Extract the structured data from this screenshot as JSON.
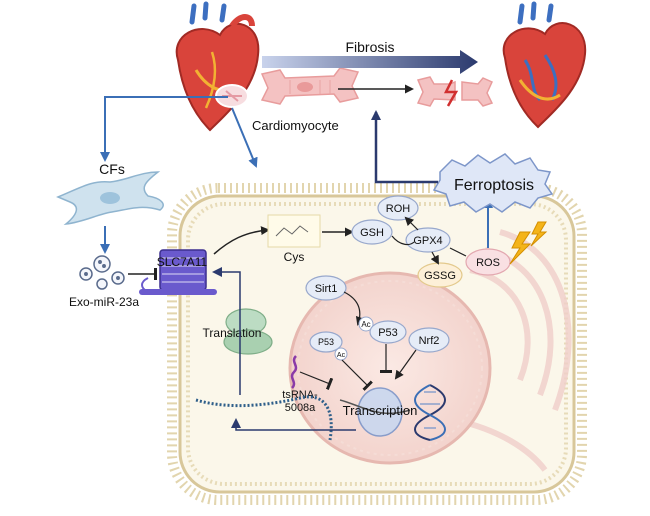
{
  "labels": {
    "fibrosis": "Fibrosis",
    "cardiomyocyte": "Cardiomyocyte",
    "cfs": "CFs",
    "ferroptosis": "Ferroptosis",
    "exo_mir": "Exo-miR-23a",
    "slc7a11": "SLC7A11",
    "cys": "Cys",
    "gsh": "GSH",
    "roh": "ROH",
    "gpx4": "GPX4",
    "gssg": "GSSG",
    "ros": "ROS",
    "sirt1": "Sirt1",
    "translation": "Translation",
    "p53_left": "P53",
    "ac_left": "Ac",
    "ac_right": "Ac",
    "p53_right": "P53",
    "nrf2": "Nrf2",
    "tsrna_line1": "tsRNA-",
    "tsrna_line2": "5008a",
    "transcription": "Transcription"
  },
  "colors": {
    "arrow_blue": "#3b6fb6",
    "dark_navy": "#2b3a6e",
    "cell_border": "#d8c79a",
    "cell_fill": "#fbf7ea",
    "nucleus_fill": "#f3d9d5",
    "transporter": "#6a5acd",
    "ferroptosis_fill": "#dfe7f7",
    "protein_fill": "#e6ecf7"
  },
  "icons": [
    "heart-icon",
    "diseased-heart-icon",
    "fibroblast-icon",
    "exosome-icon",
    "ribosome-icon",
    "dna-icon",
    "lightning-icon",
    "cardiomyocyte-icon",
    "mrna-icon",
    "mitochondria-icon"
  ]
}
